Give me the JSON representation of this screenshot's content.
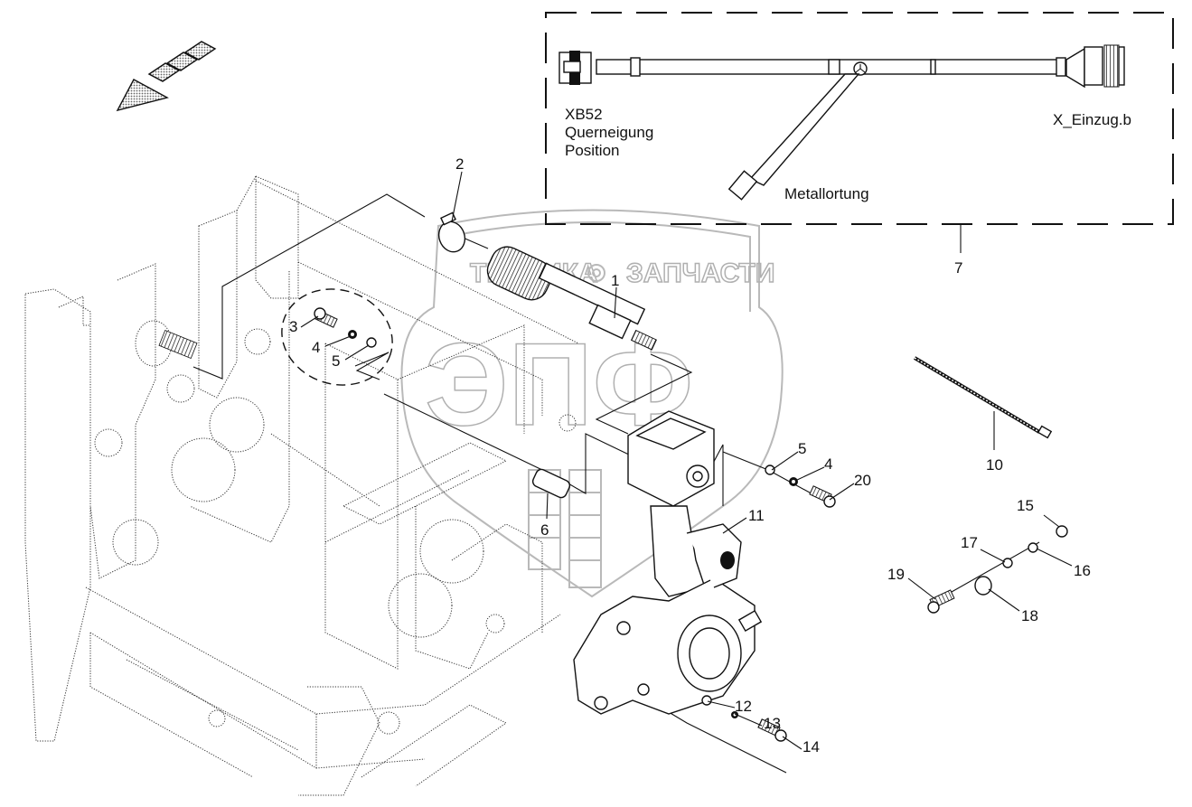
{
  "diagram": {
    "type": "exploded-parts-view",
    "direction_arrow": "travel-direction-arrow"
  },
  "watermark": {
    "top_text_left": "ТЕХНИКА",
    "top_text_right": "ЗАПЧАСТИ",
    "big_text": "ЭПФ"
  },
  "harness_box": {
    "connector_left": {
      "line1": "XB52",
      "line2": "Querneigung",
      "line3": "Position"
    },
    "connector_right": "X_Einzug.b",
    "branch": "Metallortung",
    "callout": "7"
  },
  "callouts": {
    "c1": "1",
    "c2": "2",
    "c3": "3",
    "c4a": "4",
    "c5a": "5",
    "c6": "6",
    "c5b": "5",
    "c4b": "4",
    "c20": "20",
    "c10": "10",
    "c11": "11",
    "c12": "12",
    "c13": "13",
    "c14": "14",
    "c15": "15",
    "c16": "16",
    "c17": "17",
    "c18": "18",
    "c19": "19"
  },
  "colors": {
    "line": "#111111",
    "watermark": "#b9b9b9",
    "arrow_fill": "#9a9a9a"
  }
}
